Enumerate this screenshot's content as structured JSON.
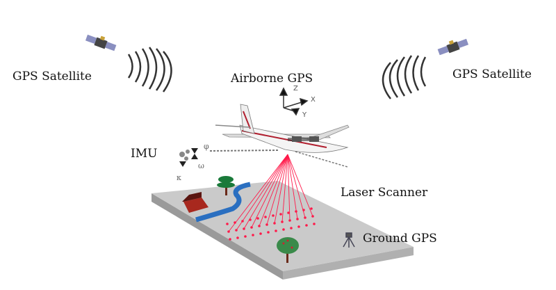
{
  "labels": {
    "gps_satellite_left": "GPS Satellite",
    "gps_satellite_right": "GPS Satellite",
    "airborne_gps": "Airborne GPS",
    "imu": "IMU",
    "laser_scanner": "Laser Scanner",
    "ground_gps": "Ground GPS"
  },
  "axes": {
    "z": "Z",
    "x": "X",
    "y": "Y"
  },
  "imu_angles": {
    "phi": "φ",
    "omega": "ω",
    "kappa": "κ"
  },
  "colors": {
    "laser": "#ff1a4a",
    "ground": "#c8c8c8",
    "river": "#2a6fc0",
    "tree": "#1a7a3a",
    "house": "#a8281e"
  }
}
